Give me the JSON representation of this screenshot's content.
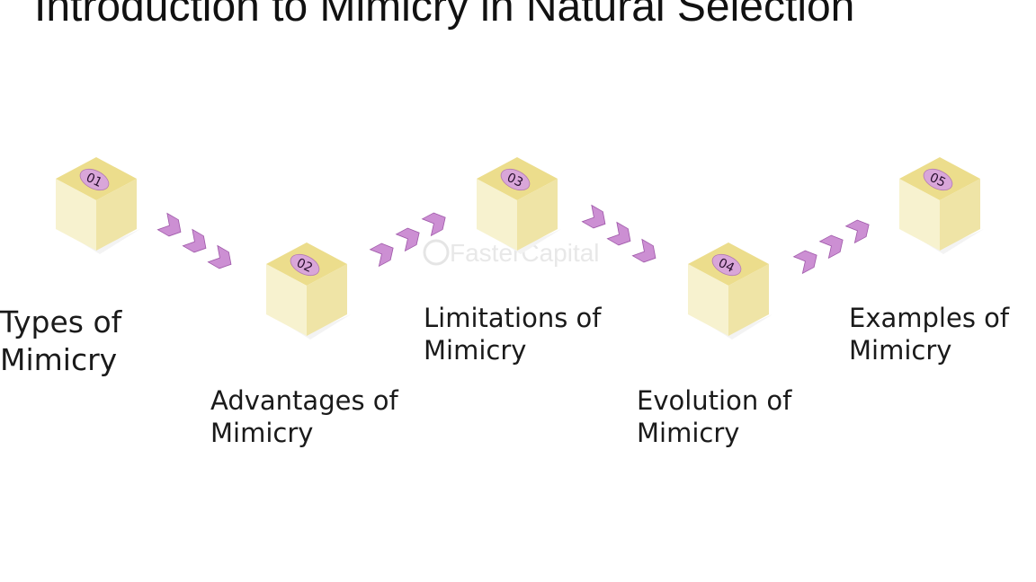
{
  "title": "Introduction to Mimicry in Natural Selection",
  "steps": [
    {
      "number": "01",
      "line1": "Types of",
      "line2": "Mimicry"
    },
    {
      "number": "02",
      "line1": "Advantages of",
      "line2": "Mimicry"
    },
    {
      "number": "03",
      "line1": "Limitations of",
      "line2": "Mimicry"
    },
    {
      "number": "04",
      "line1": "Evolution of",
      "line2": "Mimicry"
    },
    {
      "number": "05",
      "line1": "Examples of",
      "line2": "Mimicry"
    }
  ],
  "watermark": "FasterCapital",
  "colors": {
    "cube_top": "#ecdd8c",
    "cube_left": "#f7f2cf",
    "cube_right": "#efe4a6",
    "badge": "#d9a6d9",
    "arrow": "#cc8fd3",
    "arrow_stroke": "#a05aaa"
  }
}
